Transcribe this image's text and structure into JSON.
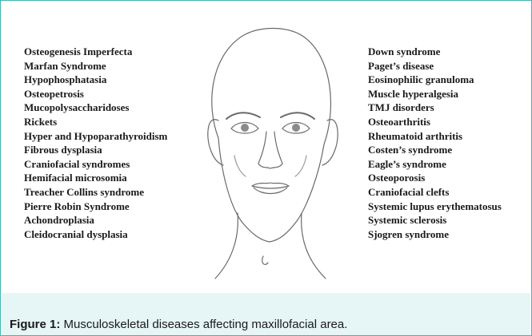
{
  "figure": {
    "left_conditions": [
      "Osteogenesis Imperfecta",
      "Marfan Syndrome",
      "Hypophosphatasia",
      "Osteopetrosis",
      "Mucopolysaccharidoses",
      "Rickets",
      "Hyper and Hypoparathyroidism",
      "Fibrous dysplasia",
      "Craniofacial syndromes",
      "Hemifacial microsomia",
      "Treacher Collins syndrome",
      "Pierre Robin Syndrome",
      "Achondroplasia",
      "Cleidocranial dysplasia"
    ],
    "right_conditions": [
      "Down syndrome",
      "Paget’s disease",
      "Eosinophilic granuloma",
      "Muscle hyperalgesia",
      "TMJ disorders",
      "Osteoarthritis",
      "Rheumatoid arthritis",
      "Costen’s syndrome",
      "Eagle’s syndrome",
      "Osteoporosis",
      "Craniofacial clefts",
      "Systemic lupus erythematosus",
      "Systemic sclerosis",
      "Sjogren syndrome"
    ],
    "illustration": "face-drawing"
  },
  "caption": {
    "label": "Figure 1:",
    "text": " Musculoskeletal diseases affecting maxillofacial area."
  },
  "colors": {
    "border": "#3fb5b0",
    "caption_background": "#e6f5f5",
    "text": "#1a1a1a"
  }
}
